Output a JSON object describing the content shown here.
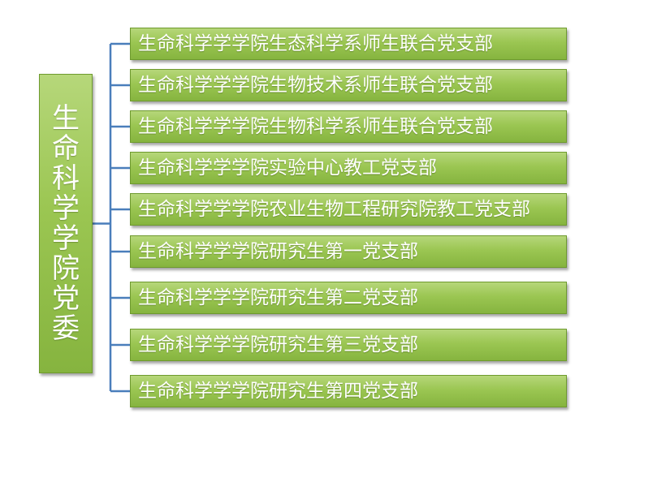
{
  "org_chart": {
    "root": "生命科学学院党委",
    "branches": [
      "生命科学学学院生态科学系师生联合党支部",
      "生命科学学学院生物技术系师生联合党支部",
      "生命科学学学院生物科学系师生联合党支部",
      "生命科学学学院实验中心教工党支部",
      "生命科学学学院农业生物工程研究院教工党支部",
      "生命科学学学院研究生第一党支部",
      "生命科学学学院研究生第二党支部",
      "生命科学学学院研究生第三党支部",
      "生命科学学学院研究生第四党支部"
    ],
    "colors": {
      "box_fill": "#9bc652",
      "connector": "#4a7ebb",
      "text": "#ffffff"
    }
  }
}
